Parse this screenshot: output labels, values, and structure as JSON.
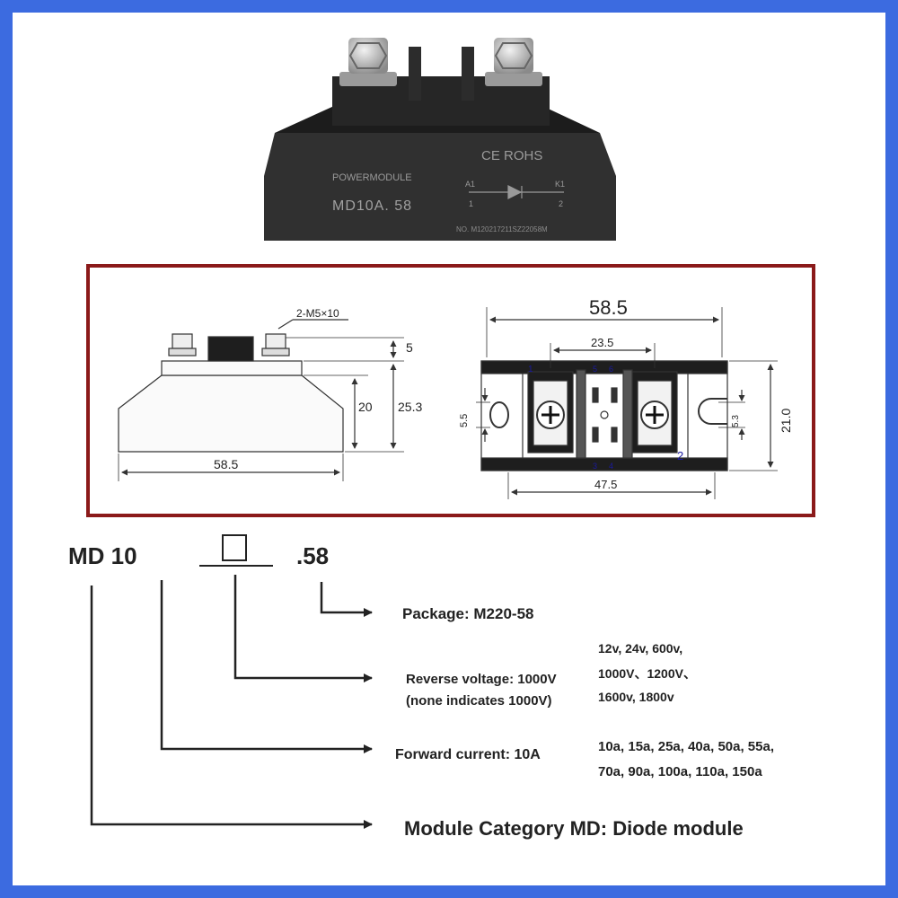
{
  "product_photo": {
    "brand": "POWERMODULE",
    "model": "MD10A. 58",
    "certs": "CE  ROHS",
    "terminal_a": "A1",
    "terminal_a_num": "1",
    "terminal_k": "K1",
    "terminal_k_num": "2",
    "serial": "NO. M120217211SZ22058M"
  },
  "drawing": {
    "side": {
      "screw_spec": "2-M5×10",
      "dim_top": "5",
      "dim_body": "20",
      "dim_total": "25.3",
      "dim_width": "58.5"
    },
    "top": {
      "dim_overall": "58.5",
      "dim_terminals": "23.5",
      "dim_holes": "47.5",
      "dim_hole_left": "5.5",
      "dim_hole_right": "5.3",
      "dim_height": "21.0",
      "pin_1": "1",
      "pin_2": "2",
      "pin_5": "5",
      "pin_6": "6",
      "pin_3": "3",
      "pin_4": "4"
    }
  },
  "part_code": {
    "prefix": "MD 10",
    "suffix": ".58",
    "package": "Package: M220-58",
    "voltage_line1": "Reverse voltage: 1000V",
    "voltage_line2": "(none indicates 1000V)",
    "voltage_opts1": "12v, 24v, 600v,",
    "voltage_opts2": "1000V、1200V、",
    "voltage_opts3": "1600v, 1800v",
    "current": "Forward current: 10A",
    "current_opts1": "10a, 15a, 25a, 40a, 50a, 55a,",
    "current_opts2": "70a, 90a, 100a, 110a, 150a",
    "category": "Module Category MD: Diode module"
  },
  "colors": {
    "border": "#3c6be0",
    "drawing_frame": "#8b1a1a",
    "module_body": "#2e2e2e"
  }
}
